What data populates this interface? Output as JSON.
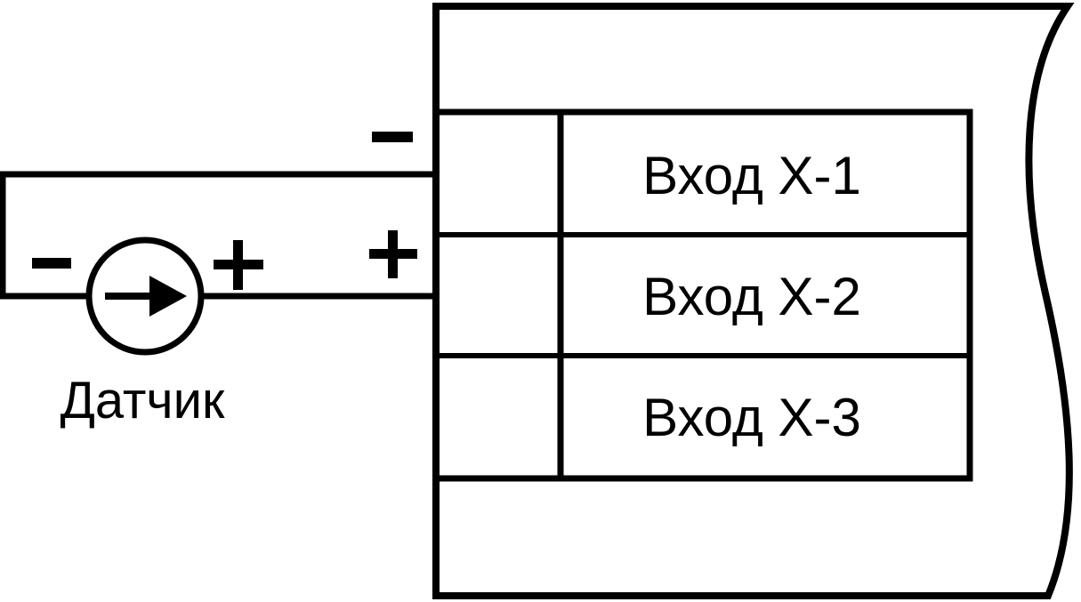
{
  "terminal_block": {
    "inputs": [
      {
        "label": "Вход Х-1"
      },
      {
        "label": "Вход Х-2"
      },
      {
        "label": "Вход Х-3"
      }
    ],
    "terminal_minus": "–",
    "terminal_plus": "+"
  },
  "sensor": {
    "label": "Датчик",
    "minus": "–",
    "plus": "+"
  },
  "colors": {
    "stroke": "#000000",
    "background": "#ffffff"
  }
}
